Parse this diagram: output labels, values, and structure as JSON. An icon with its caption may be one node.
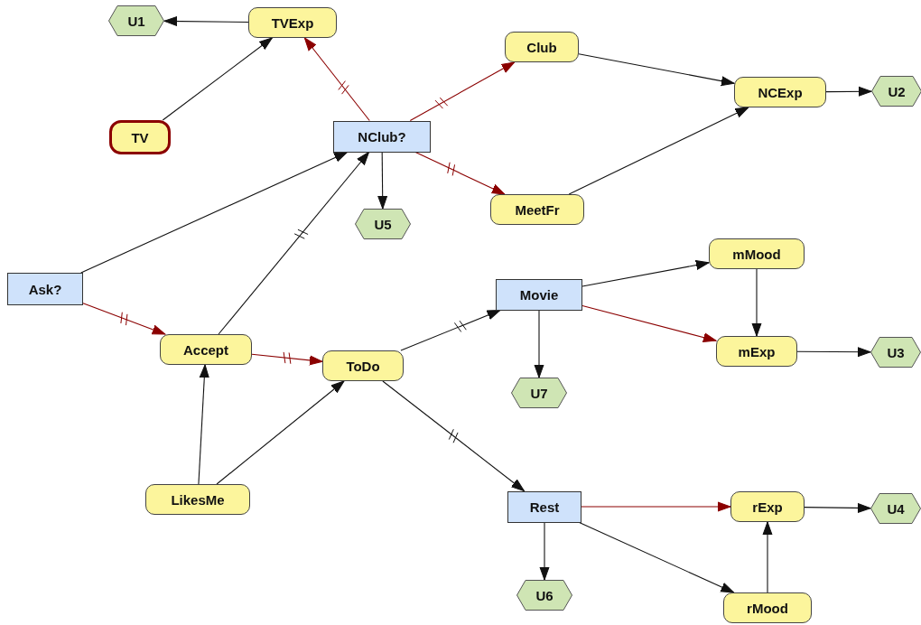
{
  "diagram": {
    "nodes": [
      {
        "text": [
          "U1"
        ]
      },
      {
        "text": [
          "TVExp"
        ]
      },
      {
        "text": [
          "TV"
        ]
      },
      {
        "text": [
          "NClub?"
        ]
      },
      {
        "text": [
          "Club"
        ]
      },
      {
        "text": [
          "NCExp"
        ]
      },
      {
        "text": [
          "U2"
        ]
      },
      {
        "text": [
          "U5"
        ]
      },
      {
        "text": [
          "MeetFr"
        ]
      },
      {
        "text": [
          "Ask?"
        ]
      },
      {
        "text": [
          "mMood"
        ]
      },
      {
        "text": [
          "Movie"
        ]
      },
      {
        "text": [
          "Accept"
        ]
      },
      {
        "text": [
          "ToDo"
        ]
      },
      {
        "text": [
          "mExp"
        ]
      },
      {
        "text": [
          "U3"
        ]
      },
      {
        "text": [
          "U7"
        ]
      },
      {
        "text": [
          "LikesMe"
        ]
      },
      {
        "text": [
          "Rest"
        ]
      },
      {
        "text": [
          "rExp"
        ]
      },
      {
        "text": [
          "U4"
        ]
      },
      {
        "text": [
          "U6"
        ]
      },
      {
        "text": [
          "rMood"
        ]
      }
    ],
    "edges": [
      {
        "from": 1,
        "to": 0,
        "arrow": "to"
      },
      {
        "from": 2,
        "to": 1,
        "arrow": "to"
      },
      {
        "from": 3,
        "to": 1,
        "arrow": "to",
        "color": "#8b0000"
      },
      {
        "from": 3,
        "to": 4,
        "arrow": "to",
        "color": "#8b0000"
      },
      {
        "from": 3,
        "to": 8,
        "arrow": "to",
        "color": "#8b0000"
      },
      {
        "from": 3,
        "to": 7,
        "arrow": "to"
      },
      {
        "from": 4,
        "to": 5,
        "arrow": "to"
      },
      {
        "from": 8,
        "to": 5,
        "arrow": "to"
      },
      {
        "from": 5,
        "to": 6,
        "arrow": "to"
      },
      {
        "from": 9,
        "to": 3,
        "arrow": "to"
      },
      {
        "from": 12,
        "to": 3,
        "arrow": "to"
      },
      {
        "from": 9,
        "to": 12,
        "arrow": "to",
        "color": "#8b0000"
      },
      {
        "from": 12,
        "to": 13,
        "arrow": "to",
        "color": "#8b0000"
      },
      {
        "from": 17,
        "to": 12,
        "arrow": "to"
      },
      {
        "from": 17,
        "to": 13,
        "arrow": "to"
      },
      {
        "from": 13,
        "to": 11,
        "arrow": "to"
      },
      {
        "from": 13,
        "to": 18,
        "arrow": "to"
      },
      {
        "from": 11,
        "to": 10,
        "arrow": "to"
      },
      {
        "from": 11,
        "to": 14,
        "arrow": "to",
        "color": "#8b0000"
      },
      {
        "from": 11,
        "to": 16,
        "arrow": "to"
      },
      {
        "from": 10,
        "to": 14,
        "arrow": "to"
      },
      {
        "from": 14,
        "to": 15,
        "arrow": "to"
      },
      {
        "from": 18,
        "to": 19,
        "arrow": "to",
        "color": "#8b0000"
      },
      {
        "from": 18,
        "to": 21,
        "arrow": "to"
      },
      {
        "from": 18,
        "to": 22,
        "arrow": "to"
      },
      {
        "from": 22,
        "to": 19,
        "arrow": "to"
      },
      {
        "from": 19,
        "to": 20,
        "arrow": "to"
      }
    ]
  }
}
